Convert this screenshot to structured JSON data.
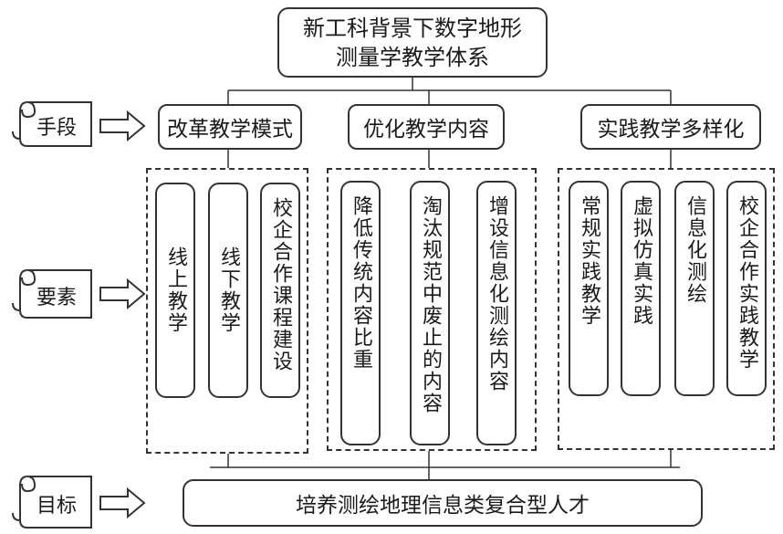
{
  "title": {
    "line1": "新工科背景下数字地形",
    "line2": "测量学教学体系"
  },
  "left_labels": {
    "means": "手段",
    "elements": "要素",
    "goal": "目标"
  },
  "categories": [
    {
      "label": "改革教学模式",
      "items": [
        "线上教学",
        "线下教学",
        "校企合作课程建设"
      ]
    },
    {
      "label": "优化教学内容",
      "items": [
        "降低传统内容比重",
        "淘汰规范中废止的内容",
        "增设信息化测绘内容"
      ]
    },
    {
      "label": "实践教学多样化",
      "items": [
        "常规实践教学",
        "虚拟仿真实践",
        "信息化测绘",
        "校企合作实践教学"
      ]
    }
  ],
  "goal": "培养测绘地理信息类复合型人才"
}
